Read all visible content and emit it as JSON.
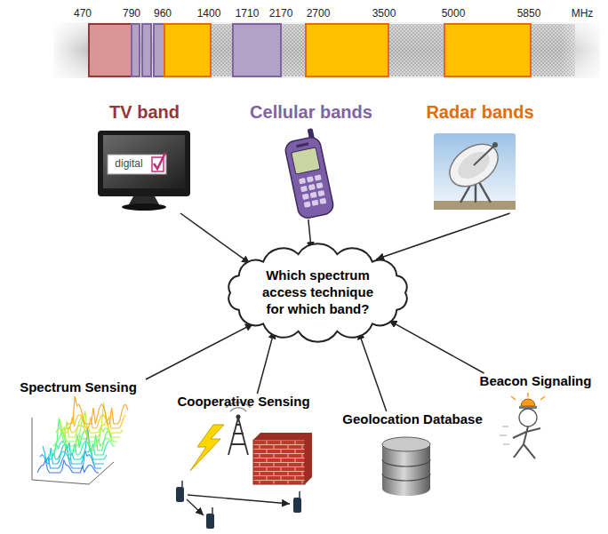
{
  "diagram": {
    "nodes": [
      {
        "text": [
          "TV band"
        ]
      },
      {
        "text": [
          "Cellular bands"
        ]
      },
      {
        "text": [
          "Radar bands"
        ]
      },
      {
        "text": [
          "Which spectrum access technique for which band?"
        ]
      },
      {
        "text": [
          "Spectrum Sensing"
        ]
      },
      {
        "text": [
          "Cooperative Sensing"
        ]
      },
      {
        "text": [
          "Geolocation Database"
        ]
      },
      {
        "text": [
          "Beacon Signaling"
        ]
      }
    ],
    "edges": [
      {
        "from": 0,
        "to": 3,
        "arrow": "to"
      },
      {
        "from": 1,
        "to": 3,
        "arrow": "to"
      },
      {
        "from": 2,
        "to": 3,
        "arrow": "to"
      },
      {
        "from": 4,
        "to": 3,
        "arrow": "to"
      },
      {
        "from": 5,
        "to": 3,
        "arrow": "to"
      },
      {
        "from": 6,
        "to": 3,
        "arrow": "to"
      },
      {
        "from": 7,
        "to": 3,
        "arrow": "to"
      }
    ],
    "labels": [
      "470",
      "790",
      "960",
      "1400",
      "1710",
      "2170",
      "2700",
      "3500",
      "5000",
      "5850",
      "MHz",
      "digital"
    ]
  }
}
